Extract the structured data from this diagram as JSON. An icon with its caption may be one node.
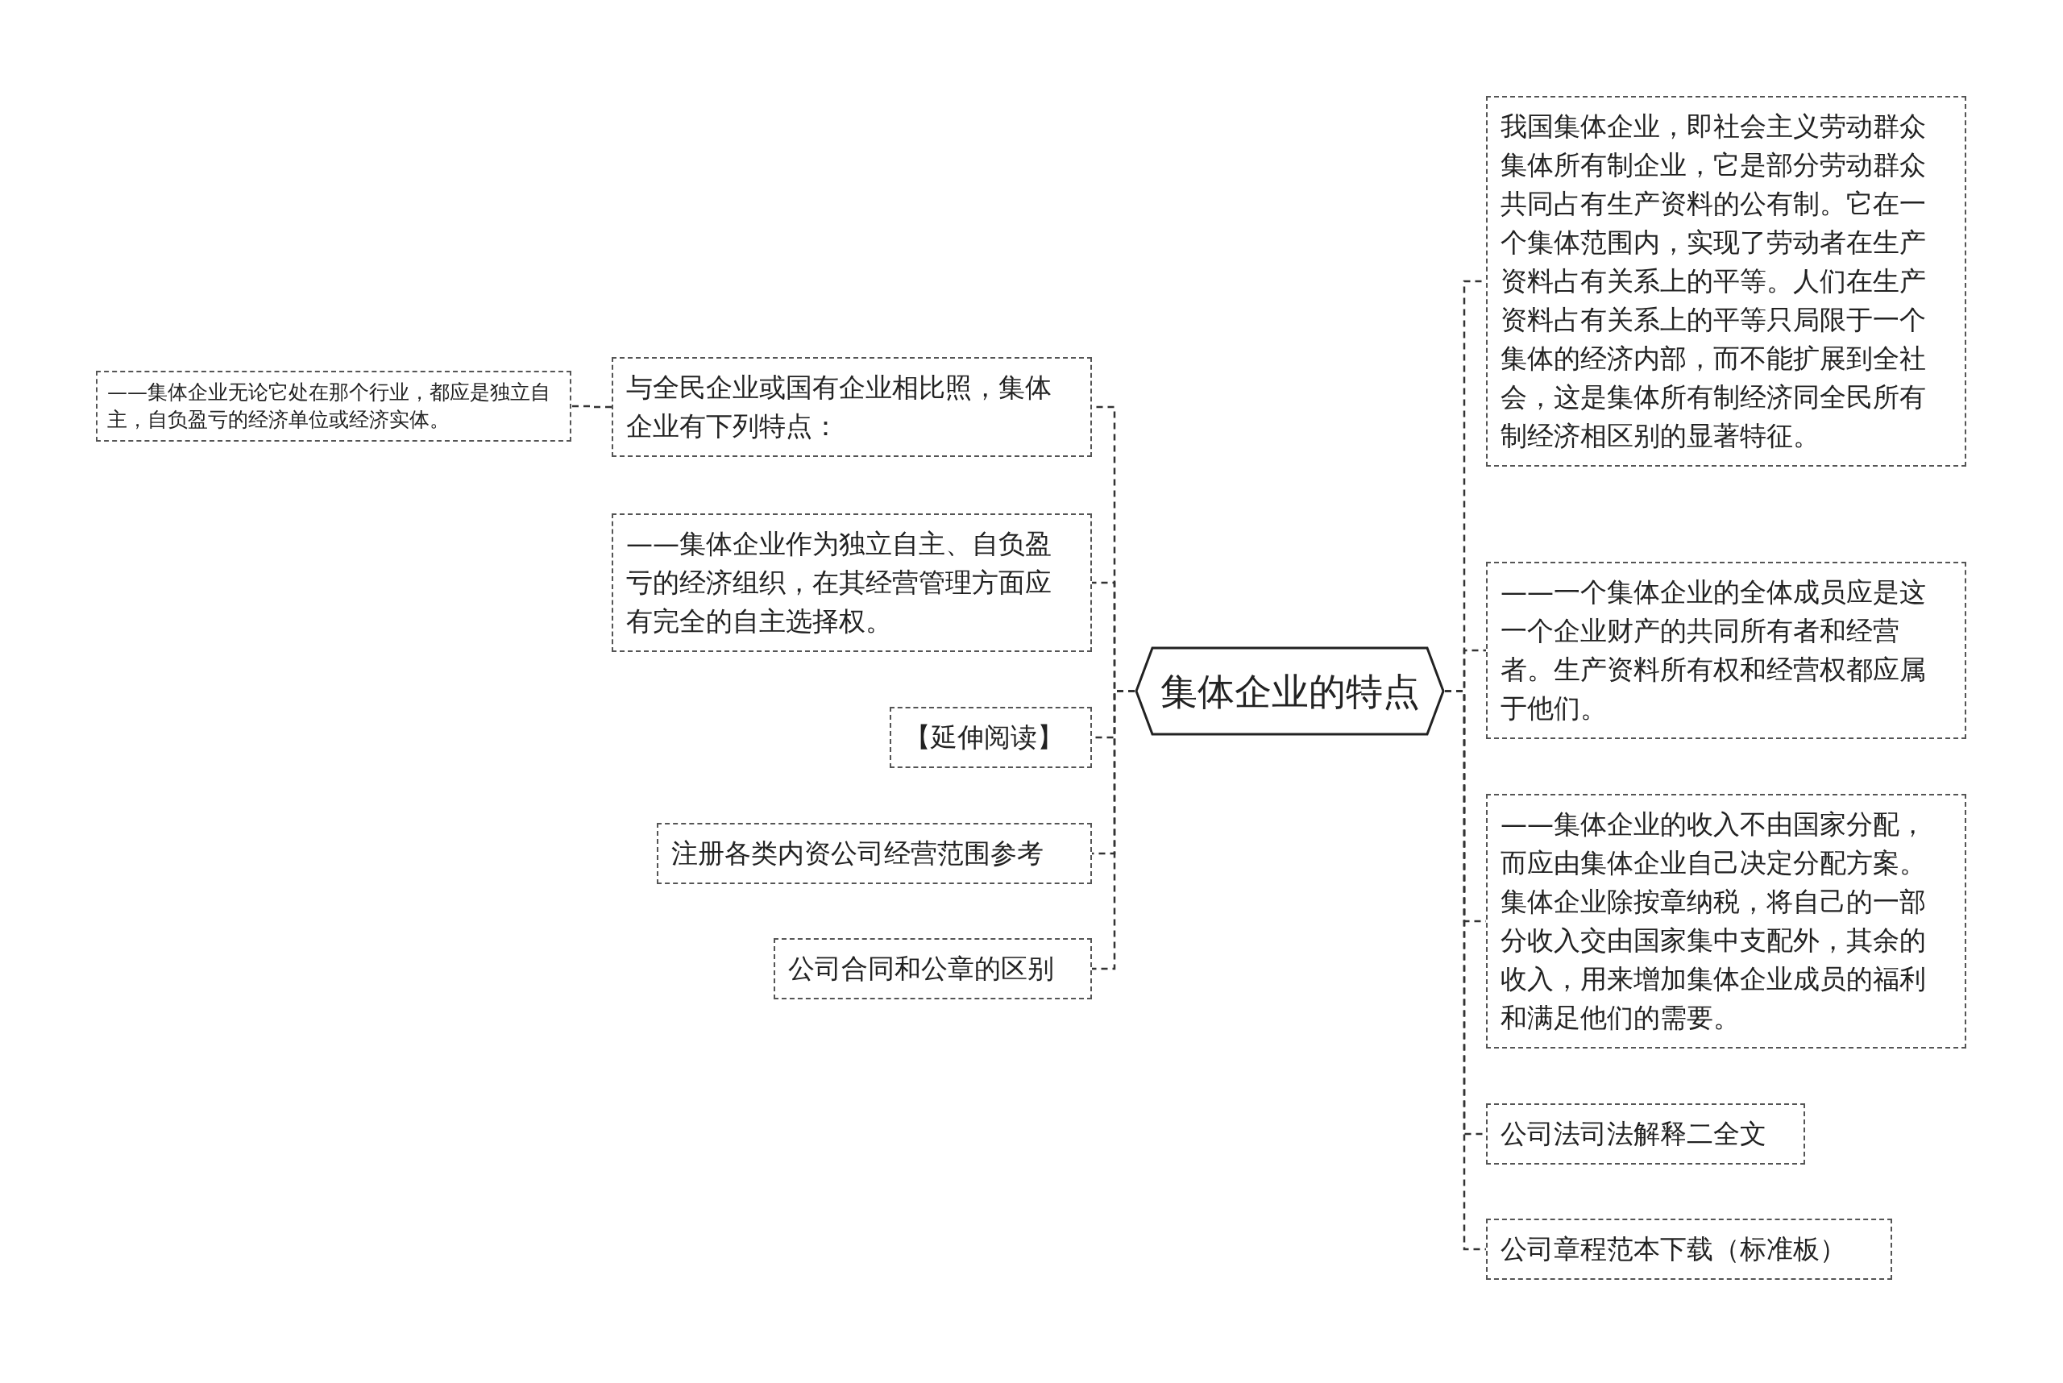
{
  "diagram": {
    "nodes": [
      {
        "text": [
          "集体企业的特点"
        ]
      },
      {
        "text": [
          "与全民企业或国有企业相比照，集体企业有下列特点："
        ]
      },
      {
        "text": [
          "——集体企业无论它处在那个行业，都应是独立自主，自负盈亏的经济单位或经济实体。"
        ]
      },
      {
        "text": [
          "——集体企业作为独立自主、自负盈亏的经济组织，在其经营管理方面应有完全的自主选择权。"
        ]
      },
      {
        "text": [
          "【延伸阅读】"
        ]
      },
      {
        "text": [
          "注册各类内资公司经营范围参考"
        ]
      },
      {
        "text": [
          "公司合同和公章的区别"
        ]
      },
      {
        "text": [
          "我国集体企业，即社会主义劳动群众集体所有制企业，它是部分劳动群众共同占有生产资料的公有制。它在一个集体范围内，实现了劳动者在生产资料占有关系上的平等。人们在生产资料占有关系上的平等只局限于一个集体的经济内部，而不能扩展到全社会，这是集体所有制经济同全民所有制经济相区别的显著特征。"
        ]
      },
      {
        "text": [
          "——一个集体企业的全体成员应是这一个企业财产的共同所有者和经营者。生产资料所有权和经营权都应属于他们。"
        ]
      },
      {
        "text": [
          "——集体企业的收入不由国家分配，而应由集体企业自己决定分配方案。集体企业除按章纳税，将自己的一部分收入交由国家集中支配外，其余的收入，用来增加集体企业成员的福利和满足他们的需要。"
        ]
      },
      {
        "text": [
          "公司法司法解释二全文"
        ]
      },
      {
        "text": [
          "公司章程范本下载（标准板）"
        ]
      }
    ],
    "edges": [
      {
        "from": 0,
        "to": 1,
        "arrow": "none",
        "style": "dashed"
      },
      {
        "from": 1,
        "to": 2,
        "arrow": "none",
        "style": "dashed"
      },
      {
        "from": 0,
        "to": 3,
        "arrow": "none",
        "style": "dashed"
      },
      {
        "from": 0,
        "to": 4,
        "arrow": "none",
        "style": "dashed"
      },
      {
        "from": 0,
        "to": 5,
        "arrow": "none",
        "style": "dashed"
      },
      {
        "from": 0,
        "to": 6,
        "arrow": "none",
        "style": "dashed"
      },
      {
        "from": 0,
        "to": 7,
        "arrow": "none",
        "style": "dashed"
      },
      {
        "from": 0,
        "to": 8,
        "arrow": "none",
        "style": "dashed"
      },
      {
        "from": 0,
        "to": 9,
        "arrow": "none",
        "style": "dashed"
      },
      {
        "from": 0,
        "to": 10,
        "arrow": "none",
        "style": "dashed"
      },
      {
        "from": 0,
        "to": 11,
        "arrow": "none",
        "style": "dashed"
      }
    ]
  }
}
